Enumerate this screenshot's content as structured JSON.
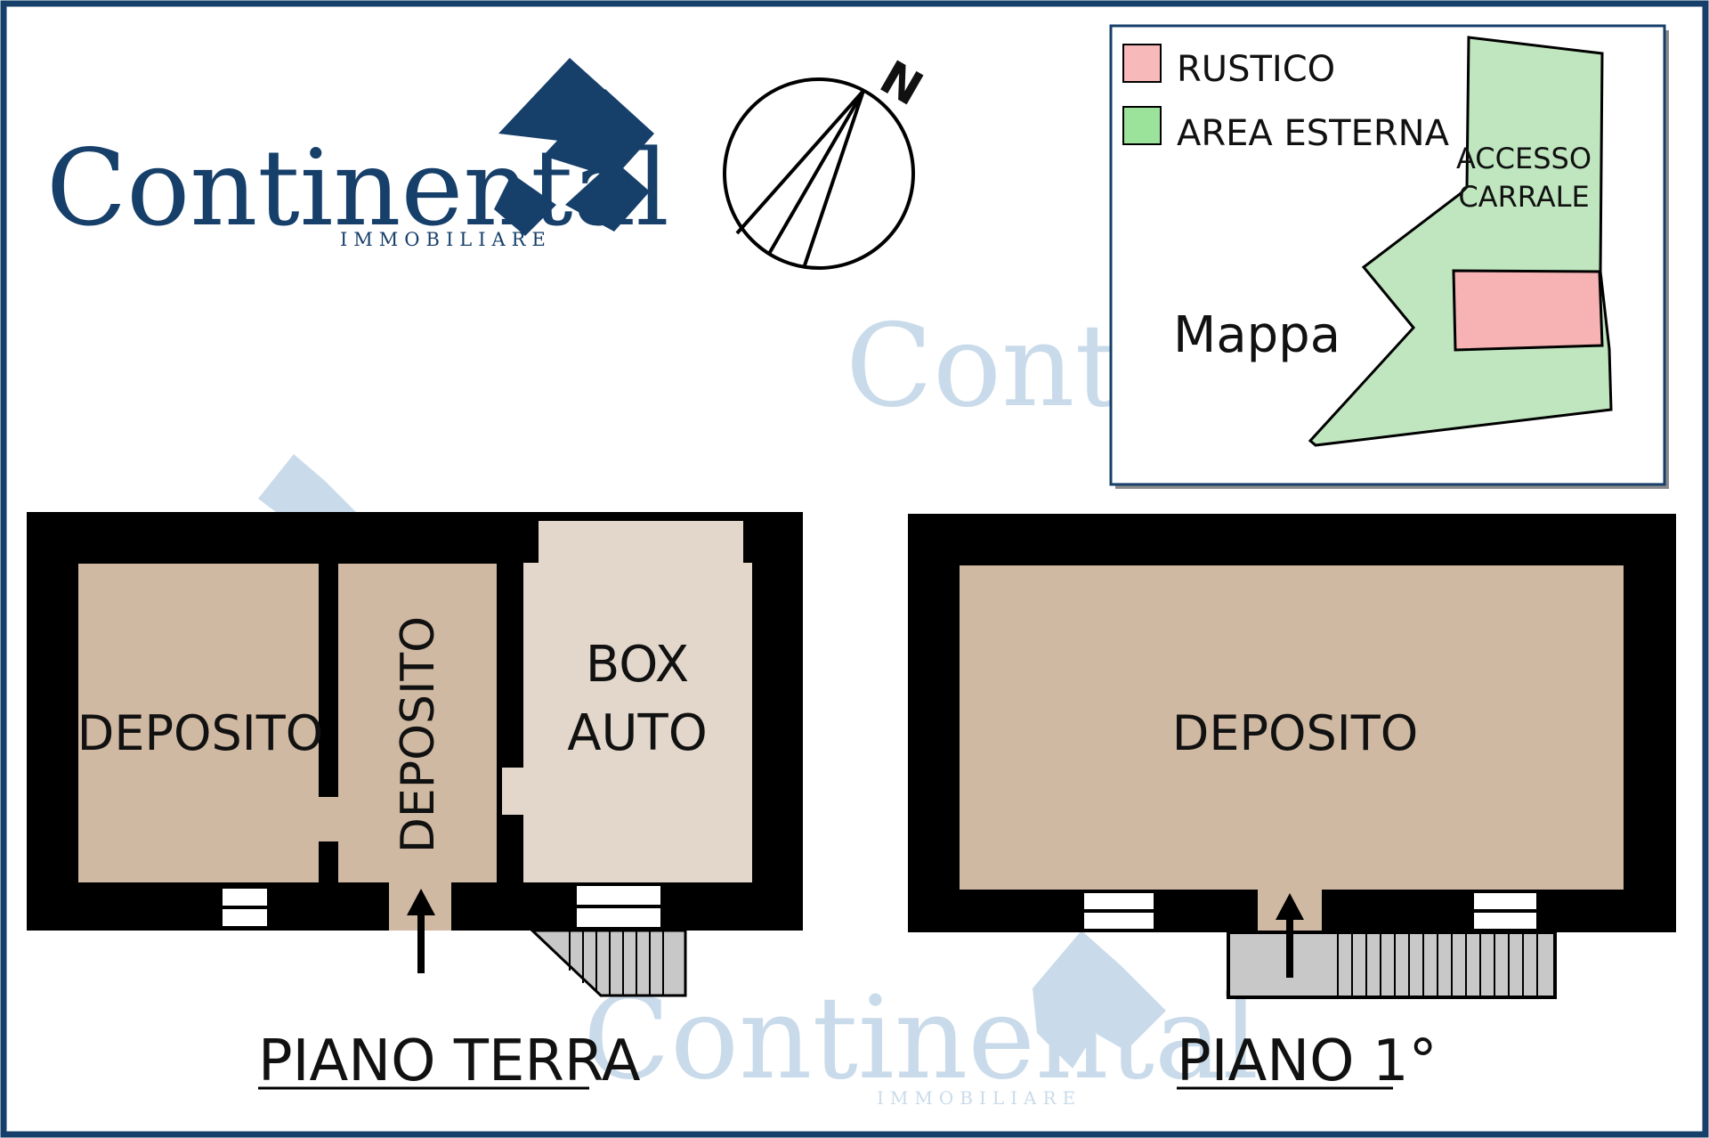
{
  "logo": {
    "name": "Continental",
    "tagline": "IMMOBILIARE",
    "color": "#163f6a"
  },
  "watermark": {
    "text": "Continental",
    "tagline": "IMMOBILIARE",
    "color": "#c9dbea"
  },
  "compass": {
    "label": "N"
  },
  "legend": {
    "items": [
      {
        "label": "RUSTICO",
        "color": "#f7b9b9"
      },
      {
        "label": "AREA ESTERNA",
        "color": "#9be39b"
      }
    ]
  },
  "map": {
    "title": "Mappa",
    "access_line1": "ACCESSO",
    "access_line2": "CARRALE",
    "area_color": "#bfe6bf",
    "rustico_color": "#f7b3b3"
  },
  "floor_ground": {
    "title": "PIANO TERRA",
    "room_left": "DEPOSITO",
    "room_middle": "DEPOSITO",
    "garage_line1": "BOX",
    "garage_line2": "AUTO"
  },
  "floor_first": {
    "title": "PIANO 1°",
    "room": "DEPOSITO"
  },
  "colors": {
    "frame": "#163f6a",
    "wall": "#000000",
    "room_brown": "#d0b9a2",
    "room_light": "#e2d7ca",
    "stair": "#c8c8c8"
  }
}
